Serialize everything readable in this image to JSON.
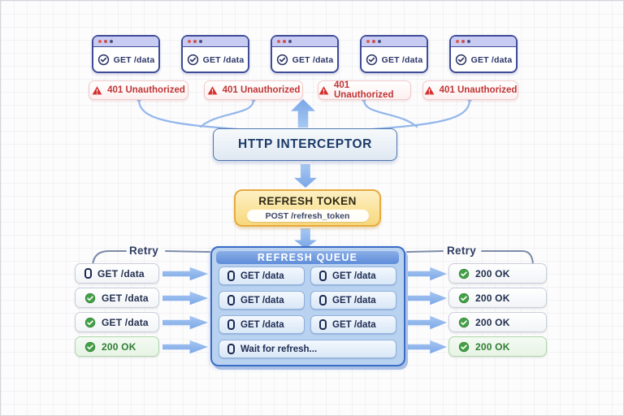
{
  "colors": {
    "window_border": "#3f4c97",
    "window_titlebar": "#c9ccf2",
    "error_red": "#bf3636",
    "interceptor_border": "#4b74ae",
    "arrow_blue": "#7aa7e7",
    "token_border": "#e7aa3e",
    "token_fill": "#f7d87c",
    "queue_border": "#3a6cc6",
    "queue_header_blue": "#5f8dd9",
    "success_green": "#43a047"
  },
  "browser_windows": [
    {
      "label": "GET /data",
      "icon": "circle-check-icon"
    },
    {
      "label": "GET /data",
      "icon": "circle-check-icon"
    },
    {
      "label": "GET /data",
      "icon": "circle-check-icon"
    },
    {
      "label": "GET /data",
      "icon": "circle-check-icon"
    },
    {
      "label": "GET /data",
      "icon": "circle-check-icon"
    }
  ],
  "error_badges": [
    {
      "label": "401 Unauthorized",
      "icon": "warning-triangle-icon"
    },
    {
      "label": "401 Unauthorized",
      "icon": "warning-triangle-icon"
    },
    {
      "label": "401 Unauthorized",
      "icon": "warning-triangle-icon"
    },
    {
      "label": "401 Unauthorized",
      "icon": "warning-triangle-icon"
    }
  ],
  "interceptor": {
    "title": "HTTP INTERCEPTOR"
  },
  "refresh_token": {
    "title": "REFRESH TOKEN",
    "endpoint": "POST /refresh_token"
  },
  "refresh_queue": {
    "title": "REFRESH QUEUE",
    "items": [
      {
        "label": "GET /data",
        "icon": "pending-request-icon"
      },
      {
        "label": "GET /data",
        "icon": "pending-request-icon"
      },
      {
        "label": "GET /data",
        "icon": "pending-request-icon"
      },
      {
        "label": "GET /data",
        "icon": "pending-request-icon"
      },
      {
        "label": "GET /data",
        "icon": "pending-request-icon"
      },
      {
        "label": "GET /data",
        "icon": "pending-request-icon"
      }
    ],
    "wait_label": "Wait for refresh..."
  },
  "left_retry": {
    "label": "Retry",
    "items": [
      {
        "label": "GET /data",
        "icon": "pending-request-icon",
        "variant": "default"
      },
      {
        "label": "GET /data",
        "icon": "success-check-icon",
        "variant": "default"
      },
      {
        "label": "GET /data",
        "icon": "success-check-icon",
        "variant": "default"
      },
      {
        "label": "200 OK",
        "icon": "success-check-icon",
        "variant": "success"
      }
    ]
  },
  "right_retry": {
    "label": "Retry",
    "items": [
      {
        "label": "200 OK",
        "icon": "success-check-icon",
        "variant": "default"
      },
      {
        "label": "200 OK",
        "icon": "success-check-icon",
        "variant": "default"
      },
      {
        "label": "200 OK",
        "icon": "success-check-icon",
        "variant": "default"
      },
      {
        "label": "200 OK",
        "icon": "success-check-icon",
        "variant": "success"
      }
    ]
  }
}
